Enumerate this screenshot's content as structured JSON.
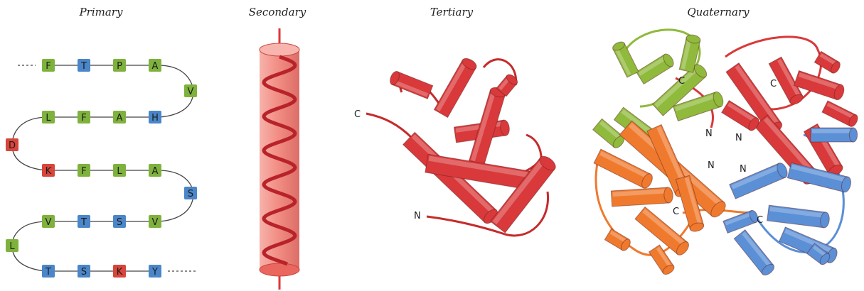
{
  "colors": {
    "hydrophobic": "#7fb23d",
    "polar": "#4a86c8",
    "charged": "#d8453a",
    "helix_red": "#d9393a",
    "helix_red_light": "#f07a70",
    "helix_green": "#8fba3c",
    "helix_orange": "#ef7a2e",
    "helix_blue": "#5b8fd6",
    "backbone": "#444444"
  },
  "panels": {
    "primary": {
      "title": "Primary"
    },
    "secondary": {
      "title": "Secondary"
    },
    "tertiary": {
      "title": "Tertiary",
      "n_label": "N",
      "c_label": "C"
    },
    "quaternary": {
      "title": "Quaternary",
      "n_label": "N",
      "c_label": "C"
    }
  },
  "sequence_rows": [
    [
      {
        "aa": "F",
        "type": "hydrophobic"
      },
      {
        "aa": "T",
        "type": "polar"
      },
      {
        "aa": "P",
        "type": "hydrophobic"
      },
      {
        "aa": "A",
        "type": "hydrophobic"
      }
    ],
    [
      {
        "aa": "V",
        "type": "hydrophobic"
      }
    ],
    [
      {
        "aa": "L",
        "type": "hydrophobic"
      },
      {
        "aa": "F",
        "type": "hydrophobic"
      },
      {
        "aa": "A",
        "type": "hydrophobic"
      },
      {
        "aa": "H",
        "type": "polar"
      }
    ],
    [
      {
        "aa": "D",
        "type": "charged"
      }
    ],
    [
      {
        "aa": "K",
        "type": "charged"
      },
      {
        "aa": "F",
        "type": "hydrophobic"
      },
      {
        "aa": "L",
        "type": "hydrophobic"
      },
      {
        "aa": "A",
        "type": "hydrophobic"
      }
    ],
    [
      {
        "aa": "S",
        "type": "polar"
      }
    ],
    [
      {
        "aa": "V",
        "type": "hydrophobic"
      },
      {
        "aa": "T",
        "type": "polar"
      },
      {
        "aa": "S",
        "type": "polar"
      },
      {
        "aa": "V",
        "type": "hydrophobic"
      }
    ],
    [
      {
        "aa": "L",
        "type": "hydrophobic"
      }
    ],
    [
      {
        "aa": "T",
        "type": "polar"
      },
      {
        "aa": "S",
        "type": "polar"
      },
      {
        "aa": "K",
        "type": "charged"
      },
      {
        "aa": "Y",
        "type": "polar"
      }
    ]
  ]
}
